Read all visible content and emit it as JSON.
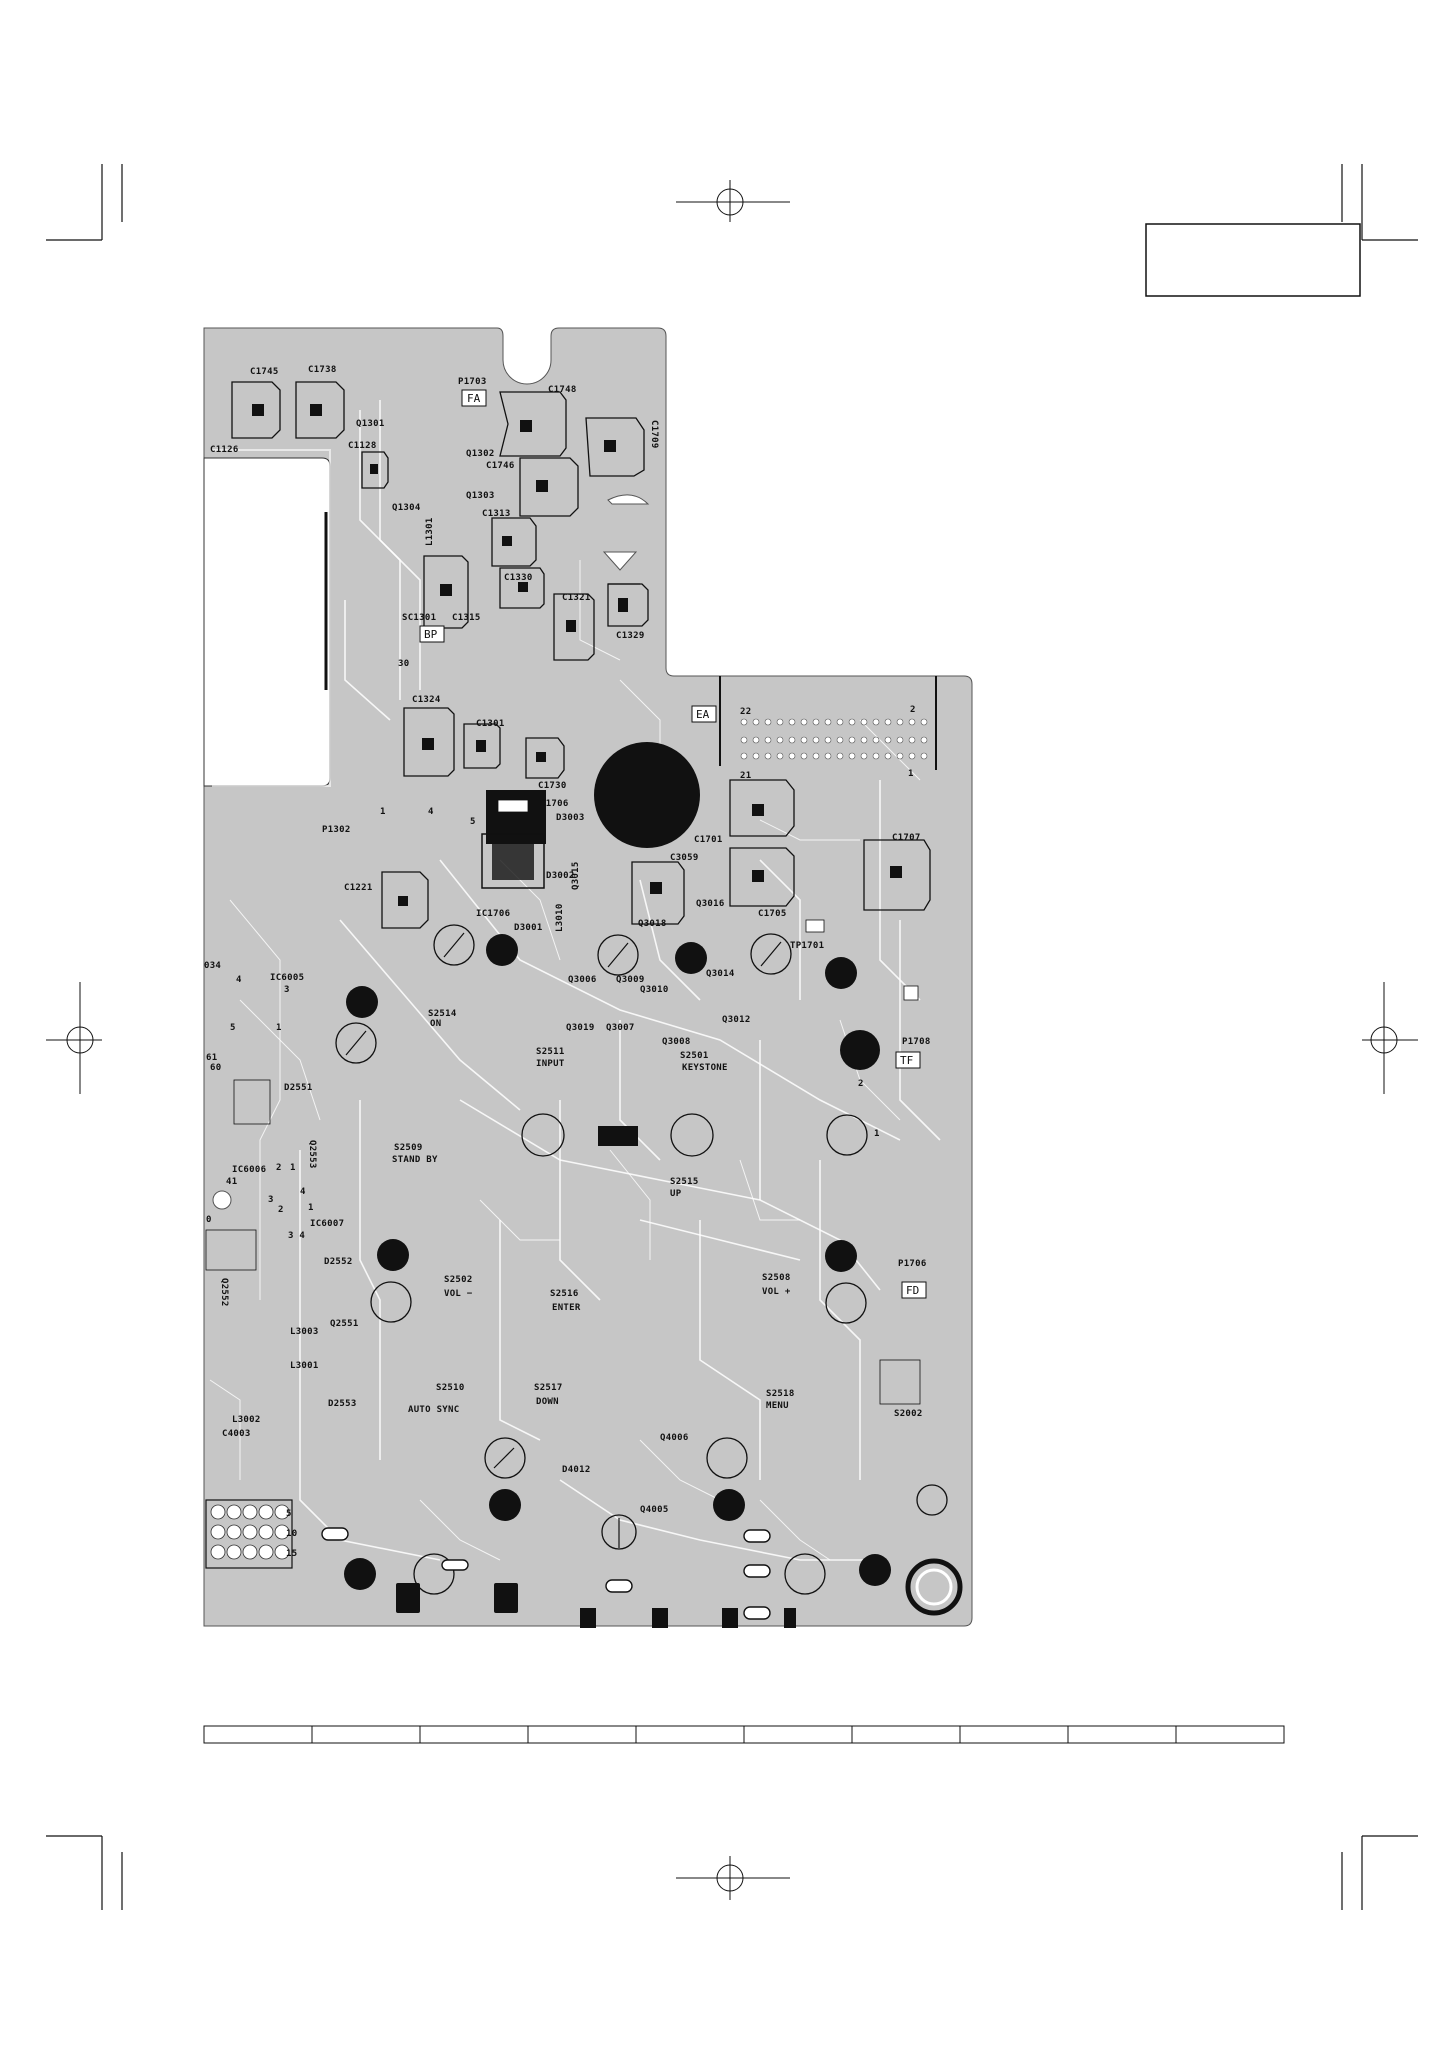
{
  "page": {
    "background": "#ffffff",
    "board_fill": "#c6c6c6",
    "ink": "#111111",
    "trace": "#ffffff"
  },
  "board_labels": [
    {
      "id": "c1745",
      "text": "C1745"
    },
    {
      "id": "c1738",
      "text": "C1738"
    },
    {
      "id": "c1126",
      "text": "C1126"
    },
    {
      "id": "q1301",
      "text": "Q1301"
    },
    {
      "id": "c1128",
      "text": "C1128"
    },
    {
      "id": "p1703",
      "text": "P1703"
    },
    {
      "id": "c1748",
      "text": "C1748"
    },
    {
      "id": "c1709",
      "text": "C1709"
    },
    {
      "id": "q1302",
      "text": "Q1302"
    },
    {
      "id": "c1746",
      "text": "C1746"
    },
    {
      "id": "q1303",
      "text": "Q1303"
    },
    {
      "id": "q1304",
      "text": "Q1304"
    },
    {
      "id": "c1313",
      "text": "C1313"
    },
    {
      "id": "l1301",
      "text": "L1301"
    },
    {
      "id": "c1330",
      "text": "C1330"
    },
    {
      "id": "sc1301",
      "text": "SC1301"
    },
    {
      "id": "c1315",
      "text": "C1315"
    },
    {
      "id": "c1321",
      "text": "C1321"
    },
    {
      "id": "c1329",
      "text": "C1329"
    },
    {
      "id": "n30",
      "text": "30"
    },
    {
      "id": "c1324",
      "text": "C1324"
    },
    {
      "id": "c1301",
      "text": "C1301"
    },
    {
      "id": "c1730",
      "text": "C1730"
    },
    {
      "id": "n22",
      "text": "22"
    },
    {
      "id": "n2a",
      "text": "2"
    },
    {
      "id": "n21",
      "text": "21"
    },
    {
      "id": "n1a",
      "text": "1"
    },
    {
      "id": "d1706",
      "text": "D1706"
    },
    {
      "id": "d3003",
      "text": "D3003"
    },
    {
      "id": "c1701",
      "text": "C1701"
    },
    {
      "id": "c1707",
      "text": "C1707"
    },
    {
      "id": "p1302",
      "text": "P1302"
    },
    {
      "id": "n1b",
      "text": "1"
    },
    {
      "id": "n4a",
      "text": "4"
    },
    {
      "id": "n5a",
      "text": "5"
    },
    {
      "id": "c3059",
      "text": "C3059"
    },
    {
      "id": "d3002",
      "text": "D3002"
    },
    {
      "id": "c1221",
      "text": "C1221"
    },
    {
      "id": "ic1706",
      "text": "IC1706"
    },
    {
      "id": "q3018",
      "text": "Q3018"
    },
    {
      "id": "q3016",
      "text": "Q3016"
    },
    {
      "id": "c1705",
      "text": "C1705"
    },
    {
      "id": "d3001",
      "text": "D3001"
    },
    {
      "id": "tp1701",
      "text": "TP1701"
    },
    {
      "id": "n034",
      "text": "034"
    },
    {
      "id": "ic6005",
      "text": "IC6005"
    },
    {
      "id": "n3a",
      "text": "3"
    },
    {
      "id": "n4b",
      "text": "4"
    },
    {
      "id": "q3006",
      "text": "Q3006"
    },
    {
      "id": "q3009",
      "text": "Q3009"
    },
    {
      "id": "q3010",
      "text": "Q3010"
    },
    {
      "id": "q3014",
      "text": "Q3014"
    },
    {
      "id": "n5b",
      "text": "5"
    },
    {
      "id": "n1c",
      "text": "1"
    },
    {
      "id": "s2514",
      "text": "S2514"
    },
    {
      "id": "on",
      "text": "ON"
    },
    {
      "id": "q3019",
      "text": "Q3019"
    },
    {
      "id": "q3007",
      "text": "Q3007"
    },
    {
      "id": "q3012",
      "text": "Q3012"
    },
    {
      "id": "p1708",
      "text": "P1708"
    },
    {
      "id": "n61",
      "text": "61"
    },
    {
      "id": "n60",
      "text": "60"
    },
    {
      "id": "q3008",
      "text": "Q3008"
    },
    {
      "id": "s2511",
      "text": "S2511"
    },
    {
      "id": "input",
      "text": "INPUT"
    },
    {
      "id": "s2501",
      "text": "S2501"
    },
    {
      "id": "keystone",
      "text": "KEYSTONE"
    },
    {
      "id": "n2b",
      "text": "2"
    },
    {
      "id": "d2551",
      "text": "D2551"
    },
    {
      "id": "n1d",
      "text": "1"
    },
    {
      "id": "s2509",
      "text": "S2509"
    },
    {
      "id": "standby",
      "text": "STAND BY"
    },
    {
      "id": "q2553",
      "text": "Q2553"
    },
    {
      "id": "ic6006",
      "text": "IC6006"
    },
    {
      "id": "n41",
      "text": "41"
    },
    {
      "id": "n2c",
      "text": "2"
    },
    {
      "id": "n1e",
      "text": "1"
    },
    {
      "id": "s2515",
      "text": "S2515"
    },
    {
      "id": "up",
      "text": "UP"
    },
    {
      "id": "n4c",
      "text": "4"
    },
    {
      "id": "n3b",
      "text": "3"
    },
    {
      "id": "n2d",
      "text": "2"
    },
    {
      "id": "n1f",
      "text": "1"
    },
    {
      "id": "ic6007",
      "text": "IC6007"
    },
    {
      "id": "n34",
      "text": "3 4"
    },
    {
      "id": "p1706",
      "text": "P1706"
    },
    {
      "id": "d2552",
      "text": "D2552"
    },
    {
      "id": "s2502",
      "text": "S2502"
    },
    {
      "id": "volm",
      "text": "VOL −"
    },
    {
      "id": "s2516",
      "text": "S2516"
    },
    {
      "id": "enter",
      "text": "ENTER"
    },
    {
      "id": "s2508",
      "text": "S2508"
    },
    {
      "id": "volp",
      "text": "VOL +"
    },
    {
      "id": "q2552",
      "text": "Q2552"
    },
    {
      "id": "q2551",
      "text": "Q2551"
    },
    {
      "id": "l3003",
      "text": "L3003"
    },
    {
      "id": "l3001",
      "text": "L3001"
    },
    {
      "id": "s2510",
      "text": "S2510"
    },
    {
      "id": "autosync",
      "text": "AUTO SYNC"
    },
    {
      "id": "s2517",
      "text": "S2517"
    },
    {
      "id": "down",
      "text": "DOWN"
    },
    {
      "id": "s2518",
      "text": "S2518"
    },
    {
      "id": "menu",
      "text": "MENU"
    },
    {
      "id": "s2002",
      "text": "S2002"
    },
    {
      "id": "d2553",
      "text": "D2553"
    },
    {
      "id": "l3002",
      "text": "L3002"
    },
    {
      "id": "c4003",
      "text": "C4003"
    },
    {
      "id": "q4006",
      "text": "Q4006"
    },
    {
      "id": "d4012",
      "text": "D4012"
    },
    {
      "id": "q4005",
      "text": "Q4005"
    },
    {
      "id": "n5c",
      "text": "5"
    },
    {
      "id": "n10",
      "text": "10"
    },
    {
      "id": "n15",
      "text": "15"
    },
    {
      "id": "l3010",
      "text": "L3010"
    },
    {
      "id": "q3015",
      "text": "Q3015"
    },
    {
      "id": "n0",
      "text": "0"
    }
  ],
  "connector_tags": [
    {
      "id": "fa",
      "text": "FA"
    },
    {
      "id": "bp",
      "text": "BP"
    },
    {
      "id": "ea",
      "text": "EA"
    },
    {
      "id": "tf",
      "text": "TF"
    },
    {
      "id": "fd",
      "text": "FD"
    }
  ]
}
